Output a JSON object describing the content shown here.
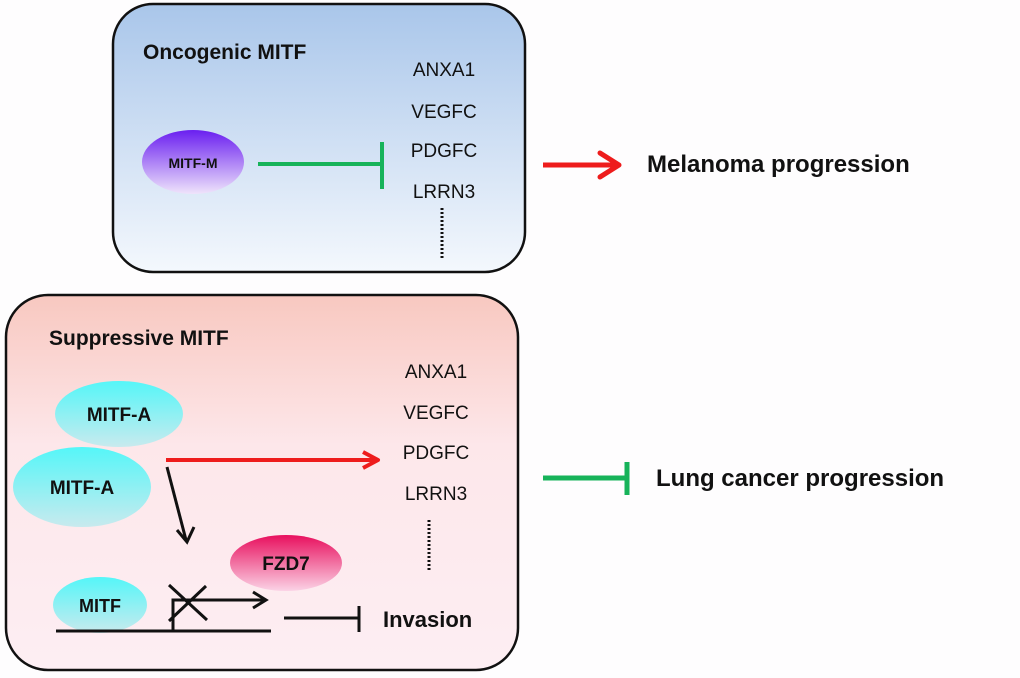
{
  "oncogenic_panel": {
    "title": "Oncogenic MITF",
    "regulator": "MITF-M",
    "genes": [
      "ANXA1",
      "VEGFC",
      "PDGFC",
      "LRRN3"
    ],
    "regulation": "inhibits",
    "outcome_arrow": "promotes",
    "outcome": "Melanoma progression"
  },
  "suppressive_panel": {
    "title": "Suppressive MITF",
    "regulators": [
      "MITF-A",
      "MITF-A"
    ],
    "genes": [
      "ANXA1",
      "VEGFC",
      "PDGFC",
      "LRRN3"
    ],
    "regulation": "activates",
    "promoter_factor": "MITF",
    "target_gene": "FZD7",
    "invasion_label": "Invasion",
    "invasion_arrow": "inhibits",
    "outcome_arrow": "inhibits",
    "outcome": "Lung cancer progression"
  },
  "colors": {
    "inhibit_green": "#17b35a",
    "activate_red": "#ee1c1c",
    "mitf_m_purple": "#7a2ff0",
    "mitf_a_cyan": "#5ef4f4",
    "fzd7_pink": "#ea1a6a",
    "top_panel_blue": "#a8c6ea",
    "bottom_panel_pink": "#f8c7c0"
  }
}
